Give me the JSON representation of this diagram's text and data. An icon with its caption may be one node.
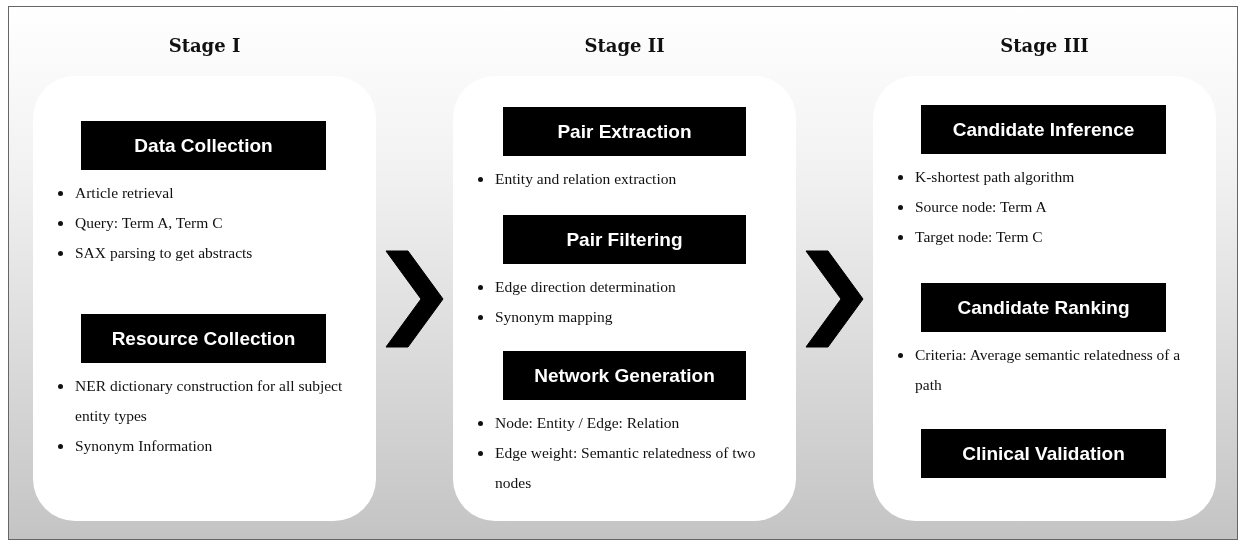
{
  "diagram": {
    "nodes": [
      {
        "text": [
          "Stage I"
        ]
      },
      {
        "text": [
          "Data Collection"
        ],
        "in": 0,
        "beside": [
          "Article retrieval",
          "Query: Term A, Term C",
          "SAX parsing to get abstracts"
        ]
      },
      {
        "text": [
          "Resource Collection"
        ],
        "in": 0,
        "beside": [
          "NER dictionary construction for all subject entity types",
          "Synonym Information"
        ]
      },
      {
        "text": [
          "Stage II"
        ]
      },
      {
        "text": [
          "Pair Extraction"
        ],
        "in": 3,
        "beside": [
          "Entity and relation extraction"
        ]
      },
      {
        "text": [
          "Pair Filtering"
        ],
        "in": 3,
        "beside": [
          "Edge direction determination",
          "Synonym mapping"
        ]
      },
      {
        "text": [
          "Network Generation"
        ],
        "in": 3,
        "beside": [
          "Node: Entity / Edge: Relation",
          "Edge weight: Semantic relatedness of two nodes"
        ]
      },
      {
        "text": [
          "Stage III"
        ]
      },
      {
        "text": [
          "Candidate Inference"
        ],
        "in": 7,
        "beside": [
          "K-shortest path algorithm",
          "Source node: Term A",
          "Target node: Term C"
        ]
      },
      {
        "text": [
          "Candidate Ranking"
        ],
        "in": 7,
        "beside": [
          "Criteria: Average semantic relatedness of a path"
        ]
      },
      {
        "text": [
          "Clinical Validation"
        ],
        "in": 7
      }
    ],
    "edges": [
      {
        "from": 0,
        "to": 3,
        "arrow": "to"
      },
      {
        "from": 3,
        "to": 7,
        "arrow": "to"
      }
    ]
  }
}
